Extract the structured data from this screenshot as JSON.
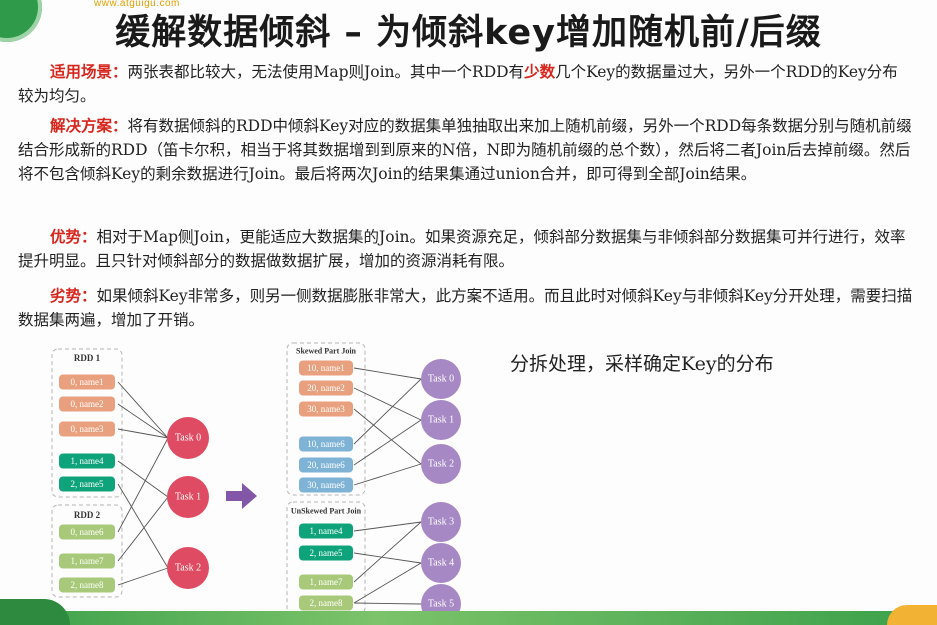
{
  "header": {
    "logo_text": "www.atguigu.com",
    "title": "缓解数据倾斜 – 为倾斜key增加随机前/后缀"
  },
  "sections": [
    {
      "label": "适用场景：",
      "text_before": "两张表都比较大，无法使用Map则Join。其中一个RDD有",
      "highlight": "少数",
      "text_after": "几个Key的数据量过大，另外一个RDD的Key分布较为均匀。"
    },
    {
      "label": "解决方案：",
      "text": "将有数据倾斜的RDD中倾斜Key对应的数据集单独抽取出来加上随机前缀，另外一个RDD每条数据分别与随机前缀结合形成新的RDD（笛卡尔积，相当于将其数据增到到原来的N倍，N即为随机前缀的总个数），然后将二者Join后去掉前缀。然后将不包含倾斜Key的剩余数据进行Join。最后将两次Join的结果集通过union合并，即可得到全部Join结果。"
    },
    {
      "label": "优势：",
      "text": "相对于Map侧Join，更能适应大数据集的Join。如果资源充足，倾斜部分数据集与非倾斜部分数据集可并行进行，效率提升明显。且只针对倾斜部分的数据做数据扩展，增加的资源消耗有限。"
    },
    {
      "label": "劣势：",
      "text": "如果倾斜Key非常多，则另一侧数据膨胀非常大，此方案不适用。而且此时对倾斜Key与非倾斜Key分开处理，需要扫描数据集两遍，增加了开销。"
    }
  ],
  "note": "分拆处理，采样确定Key的分布",
  "diagram": {
    "colors": {
      "orange": "#e9a07e",
      "green_dark": "#0fa37c",
      "green_light": "#a9c97a",
      "task_red": "#df4b62",
      "task_purple": "#a688c4",
      "arrow": "#8356a8",
      "line": "#555555"
    },
    "left": {
      "rdd1": {
        "label": "RDD 1",
        "items": [
          "0, name1",
          "0, name2",
          "0, name3",
          "1, name4",
          "2, name5"
        ]
      },
      "rdd2": {
        "label": "RDD 2",
        "items": [
          "0, name6",
          "1, name7",
          "2, name8"
        ]
      },
      "tasks": [
        "Task 0",
        "Task 1",
        "Task 2"
      ]
    },
    "right": {
      "skewed": {
        "label": "Skewed Part Join",
        "items": [
          "10, name1",
          "20, name2",
          "30, name3",
          "10, name6",
          "20, name6",
          "30, name6"
        ]
      },
      "unskewed": {
        "label": "UnSkewed Part Join",
        "items": [
          "1, name4",
          "2, name5",
          "1, name7",
          "2, name8"
        ]
      },
      "tasks": [
        "Task 0",
        "Task 1",
        "Task 2",
        "Task 3",
        "Task 4",
        "Task 5"
      ]
    }
  }
}
